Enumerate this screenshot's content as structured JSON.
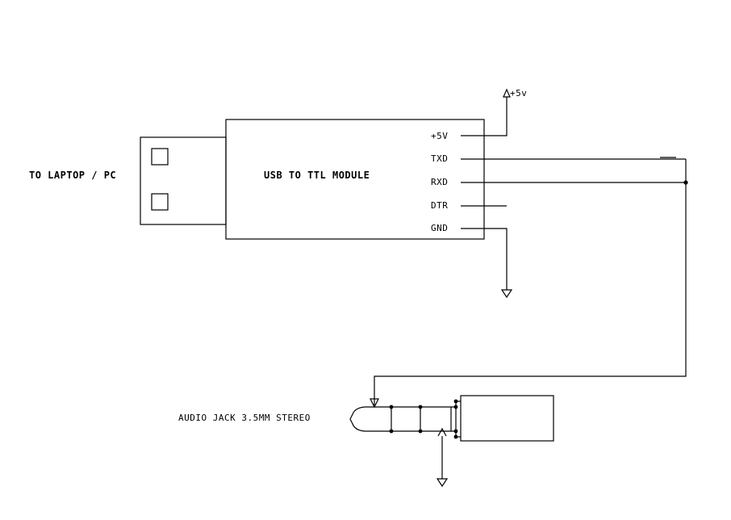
{
  "labels": {
    "computer": "TO LAPTOP / PC",
    "module": "USB TO  TTL MODULE",
    "supply": "+5v",
    "jack": "AUDIO JACK 3.5MM STEREO"
  },
  "pins": [
    {
      "label": "+5V"
    },
    {
      "label": "TXD"
    },
    {
      "label": "RXD"
    },
    {
      "label": "DTR"
    },
    {
      "label": "GND"
    }
  ]
}
